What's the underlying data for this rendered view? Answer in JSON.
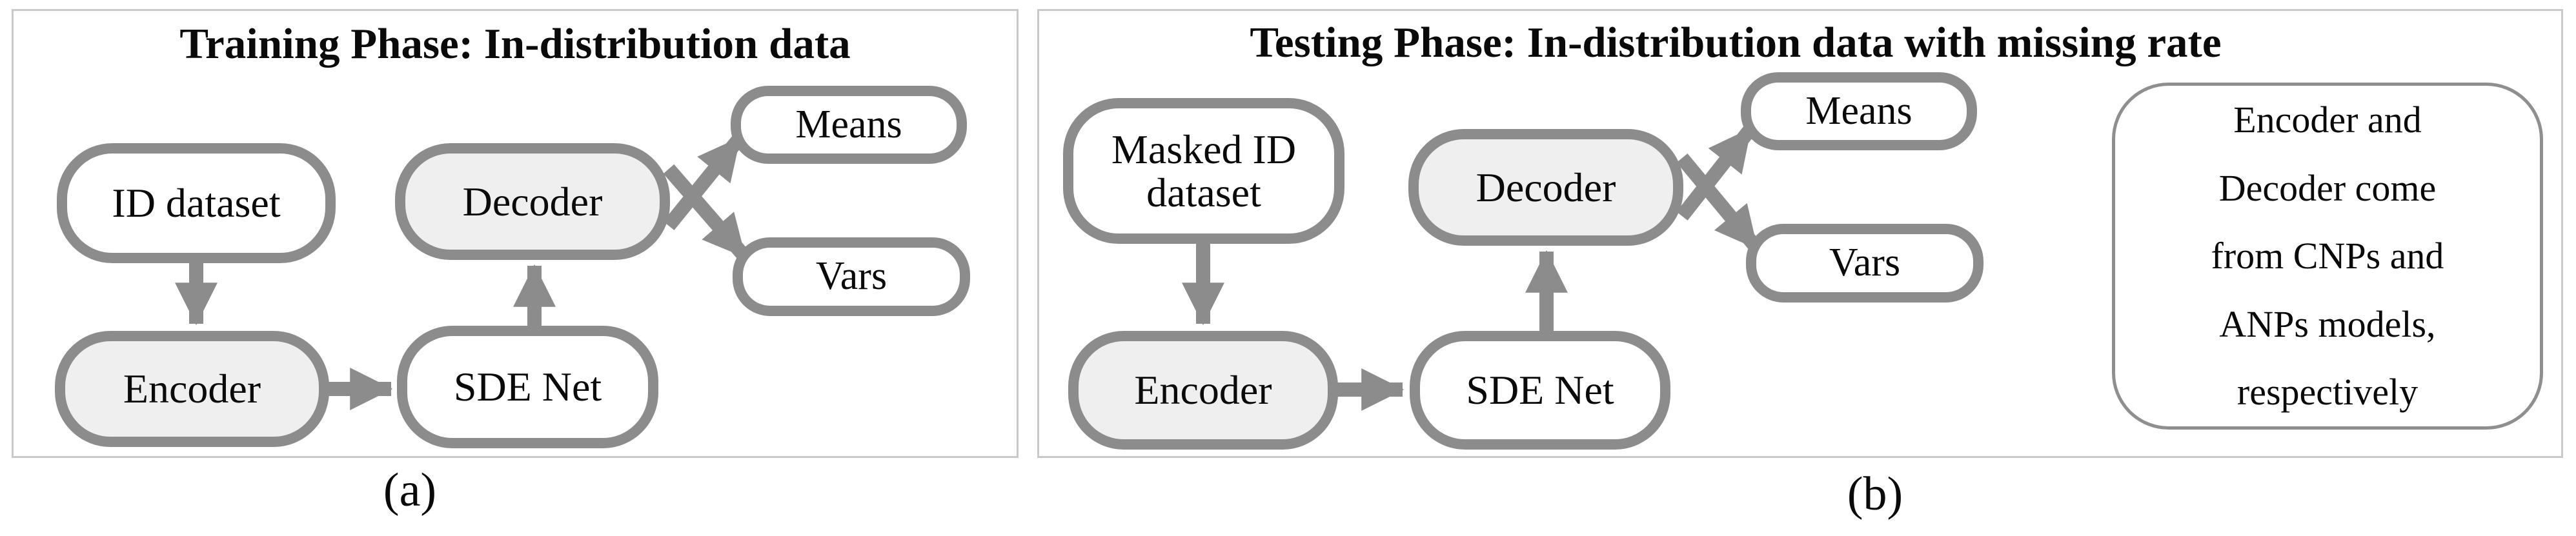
{
  "panel_a": {
    "title": "Training Phase: In-distribution data",
    "caption": "(a)",
    "nodes": {
      "id_dataset": "ID dataset",
      "encoder": "Encoder",
      "decoder": "Decoder",
      "sde_net": "SDE Net",
      "means": "Means",
      "vars": "Vars"
    }
  },
  "panel_b": {
    "title": "Testing Phase: In-distribution data with missing rate",
    "caption": "(b)",
    "nodes": {
      "masked_id_dataset": "Masked ID\ndataset",
      "encoder": "Encoder",
      "decoder": "Decoder",
      "sde_net": "SDE Net",
      "means": "Means",
      "vars": "Vars"
    },
    "note": "Encoder and\nDecoder come\nfrom CNPs and\nANPs models,\nrespectively"
  },
  "colors": {
    "node_border_gray": "#8c8c8c",
    "arrow_gray": "#8c8c8c",
    "shaded_node_fill": "#efefef",
    "plain_node_fill": "#ffffff",
    "panel_border": "#c9c9c9",
    "note_border": "#8f8f8f",
    "text": "#0a0a0a"
  }
}
